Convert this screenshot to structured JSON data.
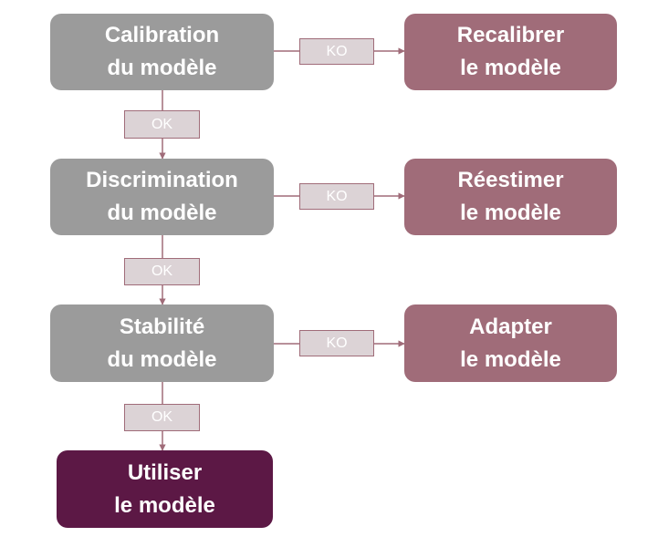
{
  "colors": {
    "step_box": "#9b9b9b",
    "action_box": "#a06c79",
    "final_box": "#5c1845",
    "tag_fill": "#dcd3d6",
    "connector": "#a06c79"
  },
  "steps": [
    {
      "line1": "Calibration",
      "line2": "du modèle",
      "ko_label": "KO",
      "ok_label": "OK"
    },
    {
      "line1": "Discrimination",
      "line2": "du modèle",
      "ko_label": "KO",
      "ok_label": "OK"
    },
    {
      "line1": "Stabilité",
      "line2": "du modèle",
      "ko_label": "KO",
      "ok_label": "OK"
    }
  ],
  "actions": [
    {
      "line1": "Recalibrer",
      "line2": "le modèle"
    },
    {
      "line1": "Réestimer",
      "line2": "le modèle"
    },
    {
      "line1": "Adapter",
      "line2": "le modèle"
    }
  ],
  "final": {
    "line1": "Utiliser",
    "line2": "le modèle"
  }
}
